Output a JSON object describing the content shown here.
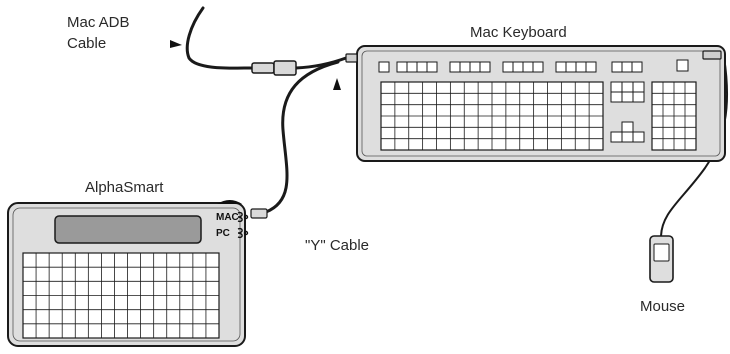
{
  "labels": {
    "mac_adb_cable_line1": "Mac ADB",
    "mac_adb_cable_line2": "Cable",
    "mac_keyboard": "Mac Keyboard",
    "alphasmart": "AlphaSmart",
    "y_cable": "\"Y\" Cable",
    "mouse": "Mouse",
    "port_mac": "MAC",
    "port_pc": "PC"
  }
}
